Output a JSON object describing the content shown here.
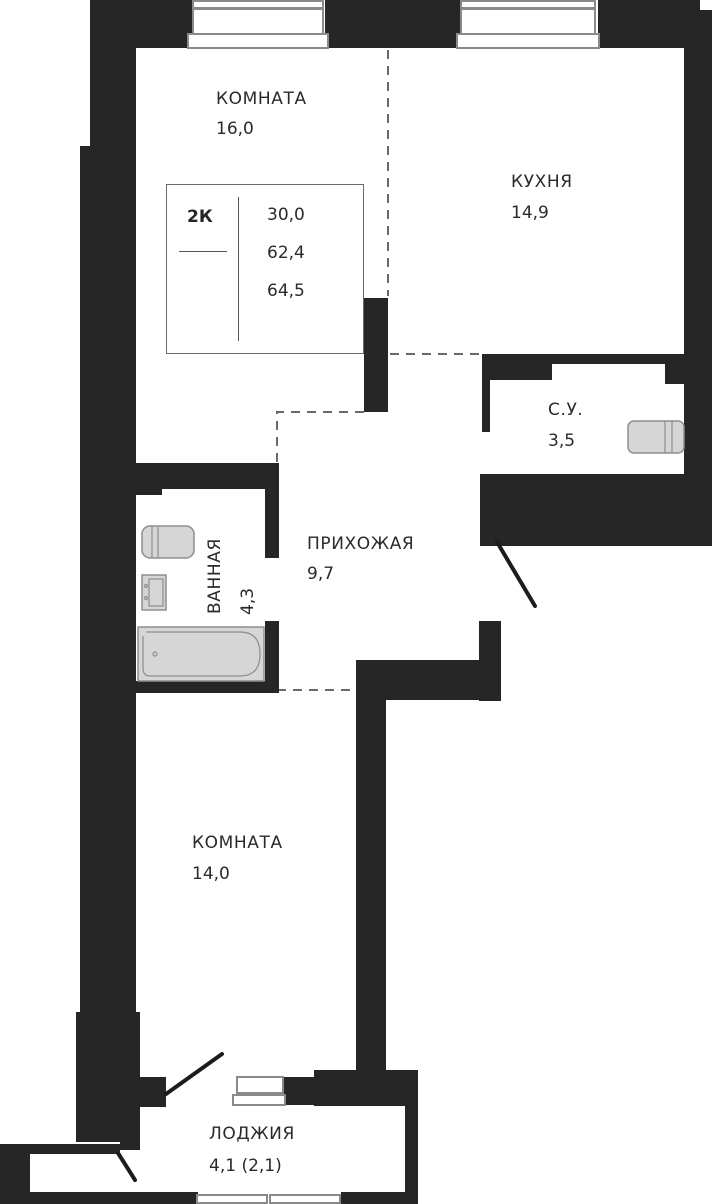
{
  "plan": {
    "apartment_type": "2К",
    "summary_values": [
      "30,0",
      "62,4",
      "64,5"
    ],
    "colors": {
      "wall": "#262626",
      "fixture": "#d6d6d6",
      "dashed_boundary": "#6a6a6a",
      "background": "#ffffff"
    }
  },
  "rooms": {
    "room1": {
      "name": "КОМНАТА",
      "area": "16,0"
    },
    "kitchen": {
      "name": "КУХНЯ",
      "area": "14,9"
    },
    "wc": {
      "name": "С.У.",
      "area": "3,5"
    },
    "hallway": {
      "name": "ПРИХОЖАЯ",
      "area": "9,7"
    },
    "bathroom": {
      "name": "ВАННАЯ",
      "area": "4,3"
    },
    "room2": {
      "name": "КОМНАТА",
      "area": "14,0"
    },
    "loggia": {
      "name": "ЛОДЖИЯ",
      "area": "4,1 (2,1)"
    }
  }
}
